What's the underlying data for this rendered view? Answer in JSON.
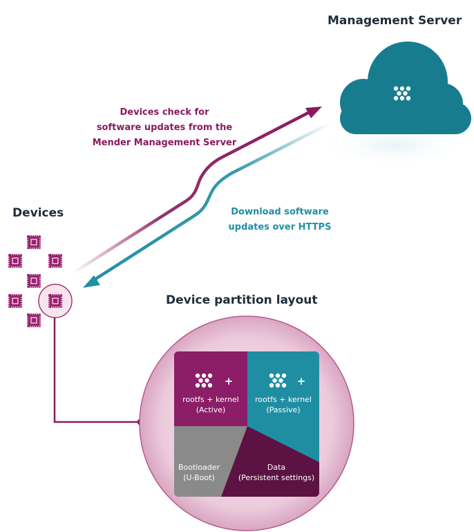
{
  "titles": {
    "management_server": "Management Server",
    "devices": "Devices",
    "partition_layout": "Device partition layout"
  },
  "annotations": {
    "check_updates": [
      "Devices check for",
      "software updates from the",
      "Mender Management Server"
    ],
    "download": [
      "Download software",
      "updates over HTTPS"
    ]
  },
  "partitions": {
    "rootfs_active": {
      "plus": "+",
      "line1": "rootfs + kernel",
      "line2": "(Active)"
    },
    "rootfs_passive": {
      "plus": "+",
      "line1": "rootfs + kernel",
      "line2": "(Passive)"
    },
    "bootloader": {
      "line1": "Bootloader",
      "line2": "(U-Boot)"
    },
    "data": {
      "line1": "Data",
      "line2": "(Persistent settings)"
    }
  },
  "colors": {
    "magenta": "#8a1a5c",
    "teal": "#1f8fa3",
    "cloud": "#187c8f",
    "active": "#8c1d67",
    "passive": "#1f8ea3",
    "bootloader": "#8a8a8a",
    "data": "#5c1343",
    "title": "#1f2d3a"
  },
  "icons": {
    "cloud": "cloud-icon",
    "mender_logo": "mender-logo-icon",
    "device_chip": "chip-icon"
  }
}
